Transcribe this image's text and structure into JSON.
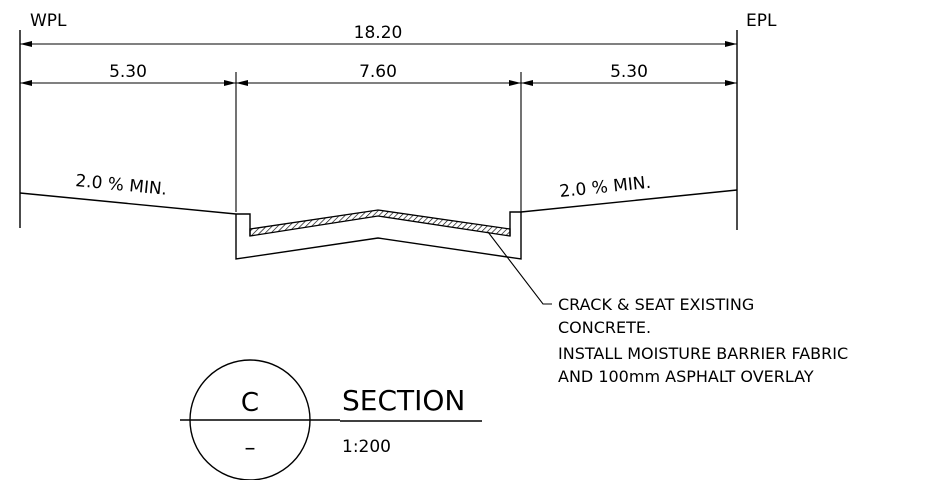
{
  "labels": {
    "west": "WPL",
    "east": "EPL"
  },
  "dimensions": {
    "total": "18.20",
    "left": "5.30",
    "center": "7.60",
    "right": "5.30"
  },
  "slopes": {
    "left": "2.0 % MIN.",
    "right": "2.0 % MIN."
  },
  "note": {
    "line1": "CRACK & SEAT EXISTING",
    "line2": "CONCRETE.",
    "line3": "INSTALL MOISTURE BARRIER FABRIC",
    "line4": "AND 100mm ASPHALT OVERLAY"
  },
  "callout": {
    "letter": "C",
    "sheet": "–",
    "title": "SECTION",
    "scale": "1:200"
  }
}
